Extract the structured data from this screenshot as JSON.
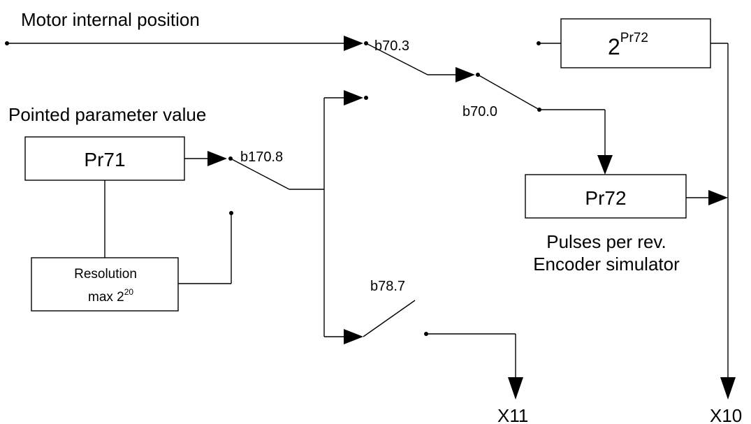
{
  "labels": {
    "motor_internal_position": "Motor internal position",
    "pointed_parameter_value": "Pointed parameter value",
    "pulses_per_rev": "Pulses per rev.",
    "encoder_simulator": "Encoder simulator"
  },
  "blocks": {
    "pr71": "Pr71",
    "pr72": "Pr72",
    "resolution_line1": "Resolution",
    "resolution_line2_base": "max 2",
    "resolution_line2_exp": "20",
    "power_base": "2",
    "power_exp": "Pr72"
  },
  "switches": {
    "b70_3": "b70.3",
    "b70_0": "b70.0",
    "b170_8": "b170.8",
    "b78_7": "b78.7"
  },
  "outputs": {
    "x11": "X11",
    "x10": "X10"
  }
}
